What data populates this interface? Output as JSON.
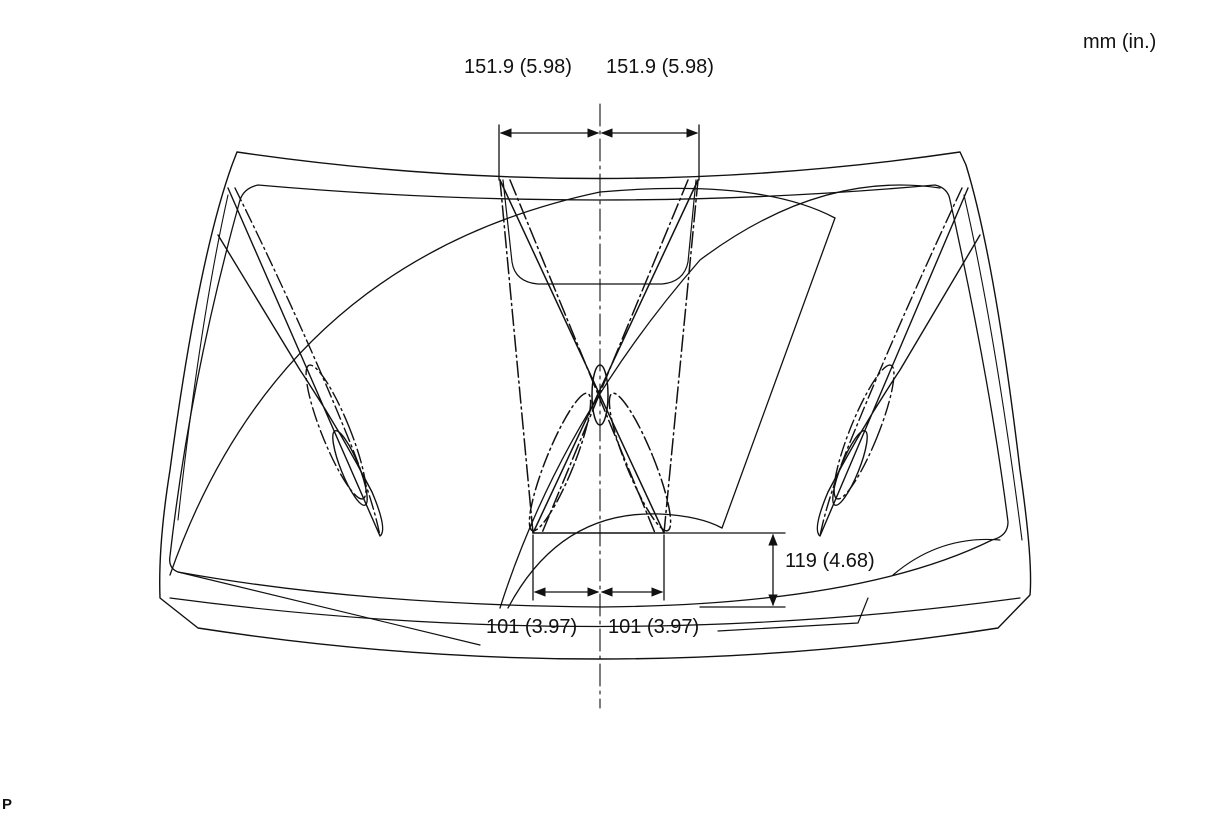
{
  "unit_label": "mm (in.)",
  "dimensions": {
    "top_left": "151.9 (5.98)",
    "top_right": "151.9 (5.98)",
    "bottom_left": "101 (3.97)",
    "bottom_right": "101 (3.97)",
    "vertical": "119 (4.68)"
  },
  "corner_code": "P",
  "colors": {
    "line": "#111111",
    "background": "#ffffff"
  }
}
